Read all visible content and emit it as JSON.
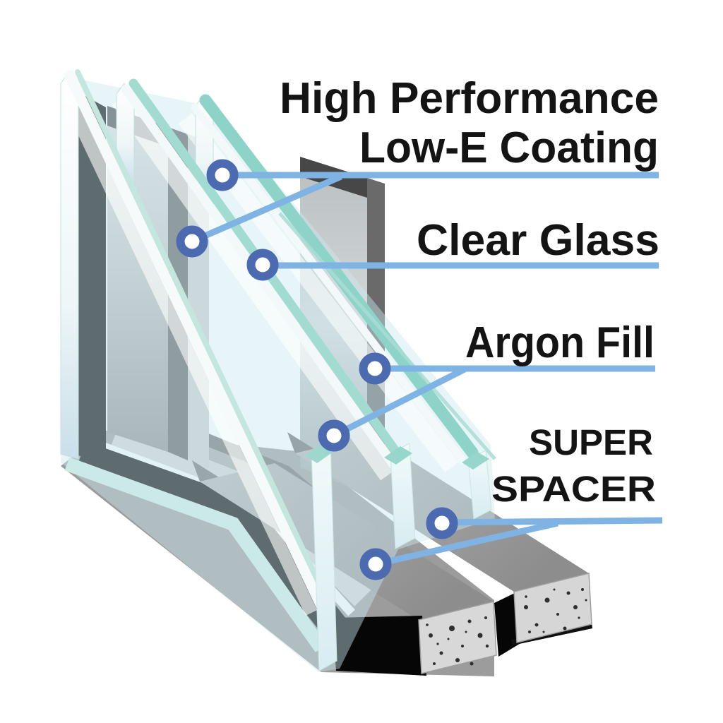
{
  "figure": {
    "type": "diagram",
    "subject": "Triple-pane insulated glass unit corner cutaway with callouts"
  },
  "colors": {
    "text": "#141414",
    "callout_line": "#7fb3e4",
    "marker_ring": "#4b6ab0",
    "marker_fill": "#ffffff",
    "glass_teal": "#8ed3c7",
    "glass_teal_light": "#cdeae4",
    "glass_face": "#e4f1f6",
    "frame_black": "#070707",
    "frame_gray": "#9a9a9a",
    "spacer_face": "#d7d7d7"
  },
  "labels": {
    "low_e_line1": "High Performance",
    "low_e_line2": "Low-E Coating",
    "clear_glass": "Clear Glass",
    "argon_fill": "Argon Fill",
    "super_spacer_line1": "SUPER",
    "super_spacer_line2": "SPACER"
  },
  "callouts": [
    {
      "label": "High Performance Low-E Coating",
      "markers": 2
    },
    {
      "label": "Clear Glass",
      "markers": 1
    },
    {
      "label": "Argon Fill",
      "markers": 2
    },
    {
      "label": "SUPER SPACER",
      "markers": 2
    }
  ]
}
